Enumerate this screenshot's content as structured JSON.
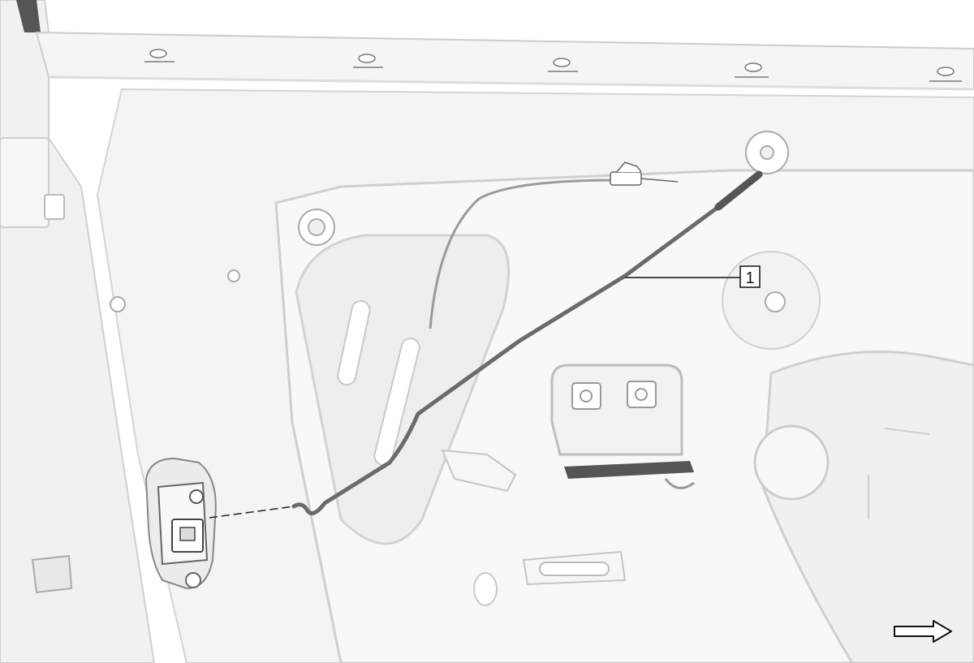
{
  "diagram": {
    "callouts": [
      {
        "id": "1",
        "label": "1",
        "part": "cable"
      }
    ],
    "direction_indicator": {
      "icon": "arrow-right-icon",
      "direction": "forward"
    }
  },
  "colors": {
    "background": "#ffffff",
    "panel_fill": "#f2f2f2",
    "panel_shadow": "#dcdcdc",
    "line_light": "#c9c9c9",
    "line_dark": "#222222",
    "cable": "#6b6b6b"
  }
}
